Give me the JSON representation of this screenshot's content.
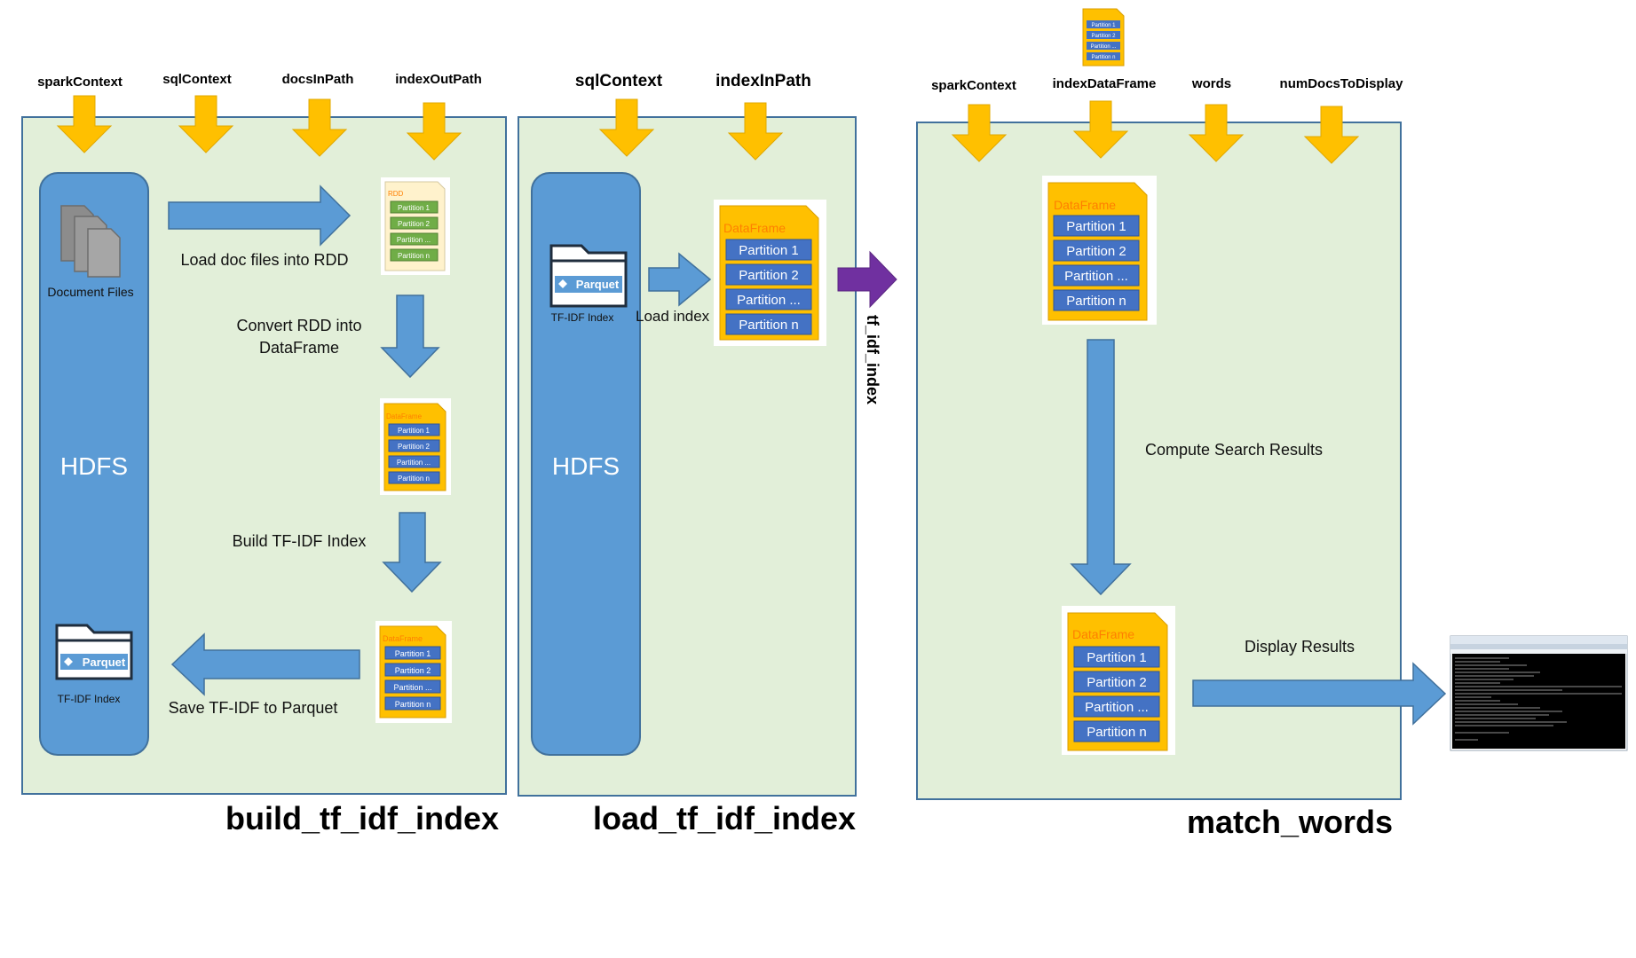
{
  "colors": {
    "panel_fill": "#e2efd9",
    "panel_border": "#41719c",
    "hdfs_blue": "#5b9bd5",
    "arrow_blue": "#5b9bd5",
    "input_arrow": "#ffc000",
    "arrow_purple": "#7030a0",
    "partition_blue": "#4472c4",
    "partition_green": "#70ad47",
    "dataframe_yellow": "#ffc000",
    "rdd_cream": "#fff2cc",
    "orange_text": "#ff7f00"
  },
  "panels": {
    "build": {
      "title": "build_tf_idf_index",
      "inputs": [
        "sparkContext",
        "sqlContext",
        "docsInPath",
        "indexOutPath"
      ],
      "hdfs_label": "HDFS",
      "document_files_label": "Document Files",
      "parquet_label": "Parquet",
      "tfidf_index_label": "TF-IDF Index",
      "steps": {
        "load": "Load doc files into RDD",
        "convert_line1": "Convert RDD into",
        "convert_line2": "DataFrame",
        "build": "Build TF-IDF Index",
        "save": "Save TF-IDF to Parquet"
      },
      "rdd_label": "RDD",
      "dataframe_label": "DataFrame"
    },
    "load": {
      "title": "load_tf_idf_index",
      "inputs": [
        "sqlContext",
        "indexInPath"
      ],
      "hdfs_label": "HDFS",
      "parquet_label": "Parquet",
      "tfidf_index_label": "TF-IDF Index",
      "load_index_label": "Load index",
      "dataframe_label": "DataFrame"
    },
    "match": {
      "title": "match_words",
      "inputs": [
        "sparkContext",
        "indexDataFrame",
        "words",
        "numDocsToDisplay"
      ],
      "compute_label": "Compute Search Results",
      "display_label": "Display Results",
      "dataframe_label": "DataFrame"
    }
  },
  "partitions": [
    "Partition 1",
    "Partition 2",
    "Partition ...",
    "Partition n"
  ],
  "connector_label": "tf_idf_index"
}
